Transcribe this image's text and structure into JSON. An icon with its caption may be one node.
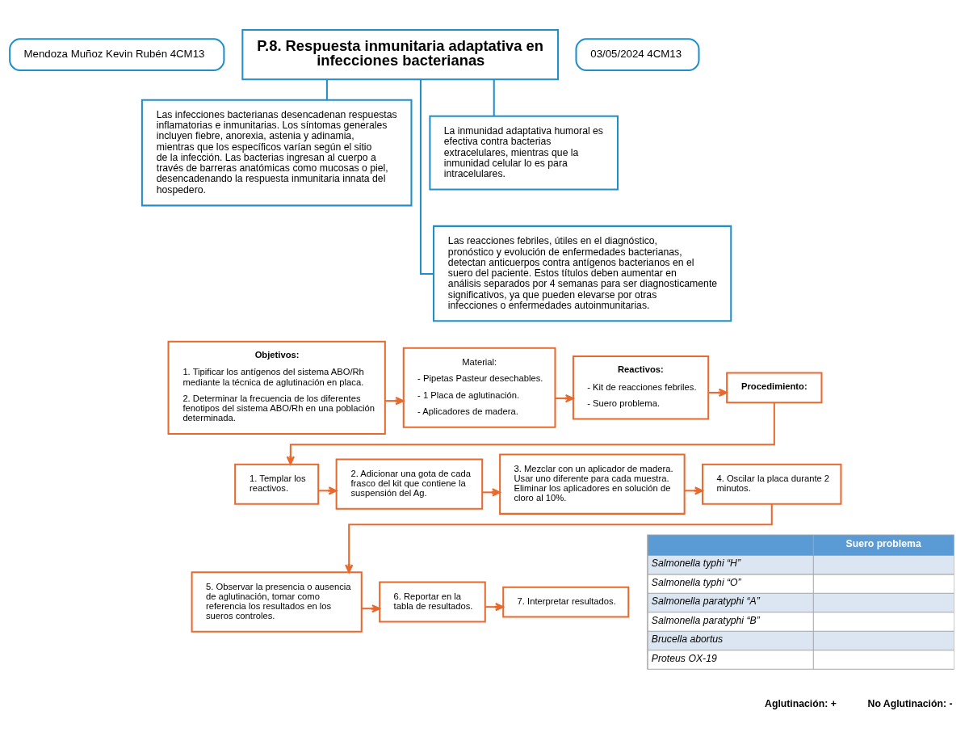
{
  "diagram": {
    "nodes": [
      {
        "text": [
          "Mendoza Muñoz Kevin Rubén 4CM13"
        ]
      },
      {
        "text": [
          "P.8. Respuesta inmunitaria adaptativa en infecciones bacterianas"
        ]
      },
      {
        "text": [
          "03/05/2024 4CM13"
        ]
      },
      {
        "text": [
          "Las infecciones bacterianas desencadenan respuestas inflamatorias e inmunitarias. Los síntomas generales incluyen fiebre, anorexia, astenia y adinamia, mientras que los específicos varían según el sitio de la infección. Las bacterias ingresan al cuerpo a través de barreras anatómicas como mucosas o piel, desencadenando la respuesta inmunitaria innata del hospedero."
        ]
      },
      {
        "text": [
          "La inmunidad adaptativa humoral es efectiva contra bacterias extracelulares, mientras que la inmunidad celular lo es para intracelulares."
        ]
      },
      {
        "text": [
          "Las reacciones febriles, útiles en el diagnóstico, pronóstico y evolución de enfermedades bacterianas, detectan anticuerpos contra antígenos bacterianos en el suero del paciente. Estos títulos deben aumentar en análisis separados por 4 semanas para ser diagnosticamente significativos, ya que pueden elevarse por otras infecciones o enfermedades autoinmunitarias."
        ]
      },
      {
        "text": [
          "Objetivos:",
          "1. Tipificar los antígenos del sistema ABO/Rh mediante la técnica de aglutinación en placa.",
          "2. Determinar la frecuencia de los diferentes fenotipos del sistema ABO/Rh en una población determinada."
        ]
      },
      {
        "text": [
          "Material:",
          "- Pipetas Pasteur desechables.",
          "- 1 Placa de aglutinación.",
          "- Aplicadores de madera."
        ]
      },
      {
        "text": [
          "Reactivos:",
          "- Kit de reacciones febriles.",
          "- Suero problema."
        ]
      },
      {
        "text": [
          "Procedimiento:"
        ]
      },
      {
        "text": [
          "1. Templar los reactivos."
        ]
      },
      {
        "text": [
          "2. Adicionar una gota de cada frasco del kit que contiene la suspensión del Ag."
        ]
      },
      {
        "text": [
          "3. Mezclar con un aplicador de madera. Usar uno diferente para cada muestra. Eliminar los aplicadores en solución de cloro al 10%."
        ]
      },
      {
        "text": [
          "4. Oscilar la placa durante 2 minutos."
        ]
      },
      {
        "text": [
          "5. Observar la presencia o ausencia de aglutinación, tomar como referencia los resultados en los sueros controles."
        ]
      },
      {
        "text": [
          "6. Reportar en la tabla de resultados."
        ]
      },
      {
        "text": [
          "7. Interpretar resultados."
        ]
      }
    ],
    "edges": [
      {
        "from": 1,
        "to": 3,
        "arrow": "none",
        "color": "#1f8ec9"
      },
      {
        "from": 1,
        "to": 4,
        "arrow": "none",
        "color": "#1f8ec9"
      },
      {
        "from": 1,
        "to": 5,
        "arrow": "none",
        "color": "#1f8ec9"
      },
      {
        "from": 6,
        "to": 7,
        "arrow": "to"
      },
      {
        "from": 7,
        "to": 8,
        "arrow": "to"
      },
      {
        "from": 8,
        "to": 9,
        "arrow": "to"
      },
      {
        "from": 9,
        "to": 10,
        "arrow": "to"
      },
      {
        "from": 10,
        "to": 11,
        "arrow": "to"
      },
      {
        "from": 11,
        "to": 12,
        "arrow": "to"
      },
      {
        "from": 12,
        "to": 13,
        "arrow": "to"
      },
      {
        "from": 13,
        "to": 14,
        "arrow": "to"
      },
      {
        "from": 14,
        "to": 15,
        "arrow": "to"
      },
      {
        "from": 15,
        "to": 16,
        "arrow": "to"
      }
    ],
    "labels": [
      "Suero problema",
      "Salmonella typhi “H”",
      "Salmonella typhi “O”",
      "Salmonella paratyphi “A”",
      "Salmonella paratyphi “B”",
      "Brucella abortus",
      "Proteus OX-19",
      "Aglutinación: +",
      "No Aglutinación: -"
    ]
  }
}
